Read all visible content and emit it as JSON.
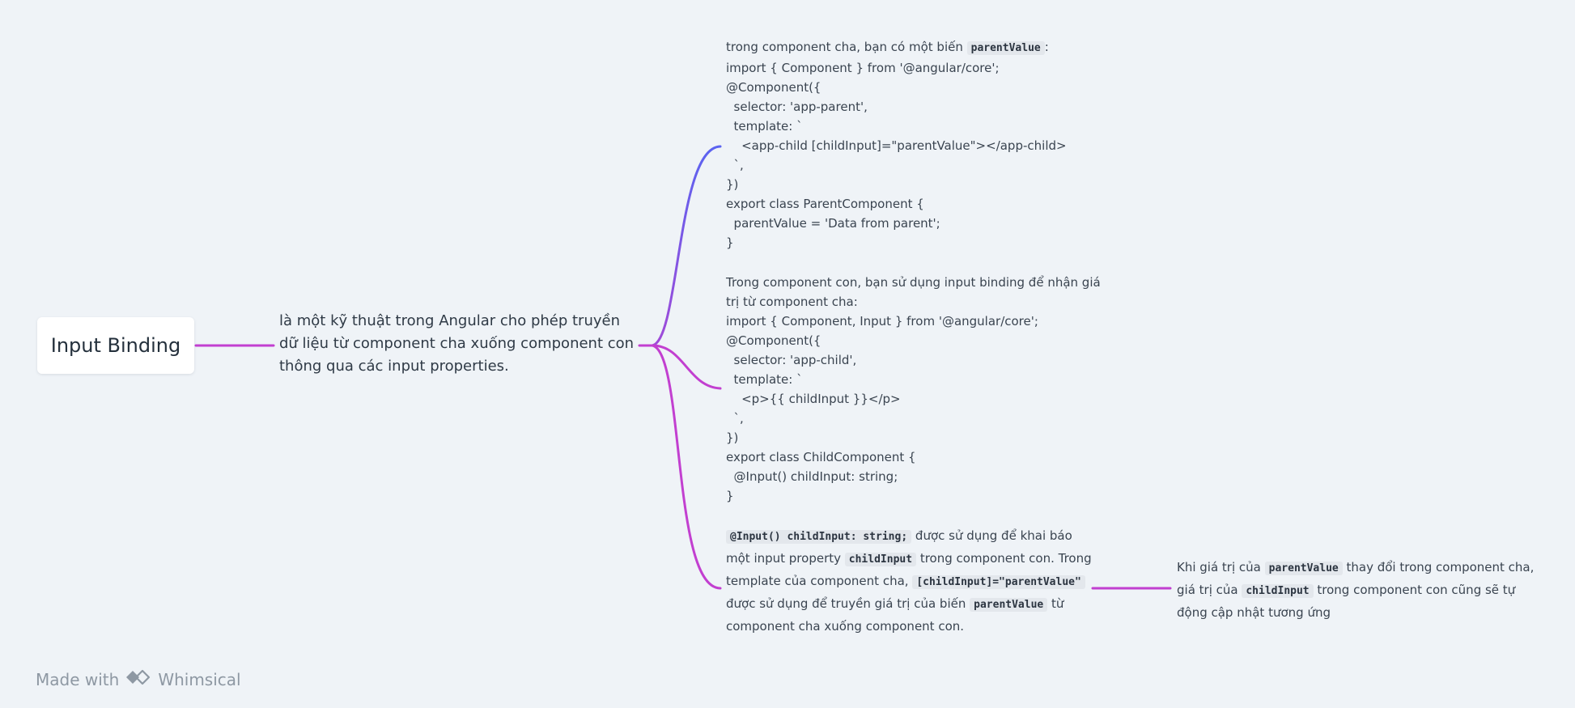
{
  "root": {
    "label": "Input Binding"
  },
  "description": {
    "text": " là một kỹ thuật trong Angular cho phép truyền dữ liệu từ component cha xuống component con thông qua các input properties."
  },
  "block1": {
    "intro_before": "trong component cha, bạn có một biến ",
    "intro_code": "parentValue",
    "intro_after": ":",
    "code": "import { Component } from '@angular/core';\n@Component({\n  selector: 'app-parent',\n  template: `\n    <app-child [childInput]=\"parentValue\"></app-child>\n  `,\n})\nexport class ParentComponent {\n  parentValue = 'Data from parent';\n}"
  },
  "block2": {
    "text": "Trong component con, bạn sử dụng input binding để nhận giá trị từ component cha:\nimport { Component, Input } from '@angular/core';\n@Component({\n  selector: 'app-child',\n  template: `\n    <p>{{ childInput }}</p>\n  `,\n})\nexport class ChildComponent {\n  @Input() childInput: string;\n}"
  },
  "block3": {
    "code1": "@Input() childInput: string;",
    "text1": " được sử dụng để khai báo một input property ",
    "code2": "childInput",
    "text2": " trong component con. Trong template của component cha, ",
    "code3": "[childInput]=\"parentValue\"",
    "text3": " được sử dụng để truyền giá trị của biến ",
    "code4": "parentValue",
    "text4": " từ component cha xuống component con."
  },
  "block4": {
    "text1": "Khi giá trị của ",
    "code1": "parentValue",
    "text2": " thay đổi trong component cha, giá trị của ",
    "code2": "childInput",
    "text3": " trong component con cũng sẽ tự động cập nhật tương ứng"
  },
  "footer": {
    "made_with": "Made with",
    "brand": "Whimsical"
  },
  "colors": {
    "background": "#eff3f7",
    "branch_purple": "#c23fd0",
    "branch_blue": "#6a5ae8",
    "logo_gray": "#8e98a3"
  }
}
